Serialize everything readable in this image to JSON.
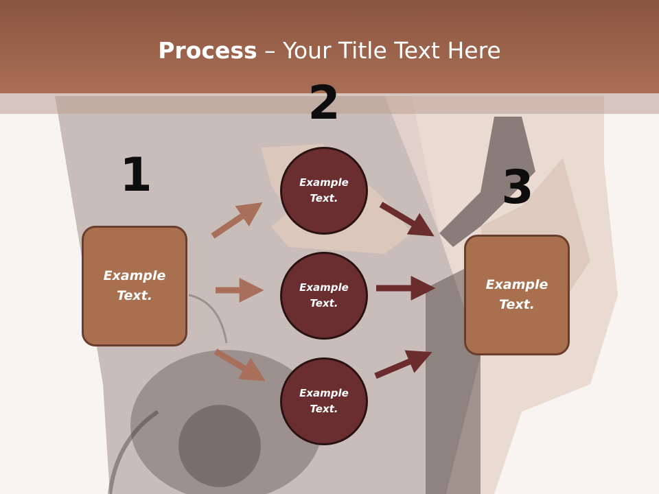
{
  "title": {
    "bold": "Process",
    "rest": " – Your Title Text Here"
  },
  "steps": {
    "one": "1",
    "two": "2",
    "three": "3"
  },
  "boxes": {
    "left": "Example\nText.",
    "right": "Example\nText."
  },
  "circles": {
    "top": "Example\nText.",
    "middle": "Example\nText.",
    "bottom": "Example\nText."
  },
  "colors": {
    "title_band": "#a96e55",
    "box_fill": "#a8704f",
    "circle_fill": "#6a2e30",
    "arrow_light": "#a8705a",
    "arrow_dark": "#6b2c2e"
  }
}
